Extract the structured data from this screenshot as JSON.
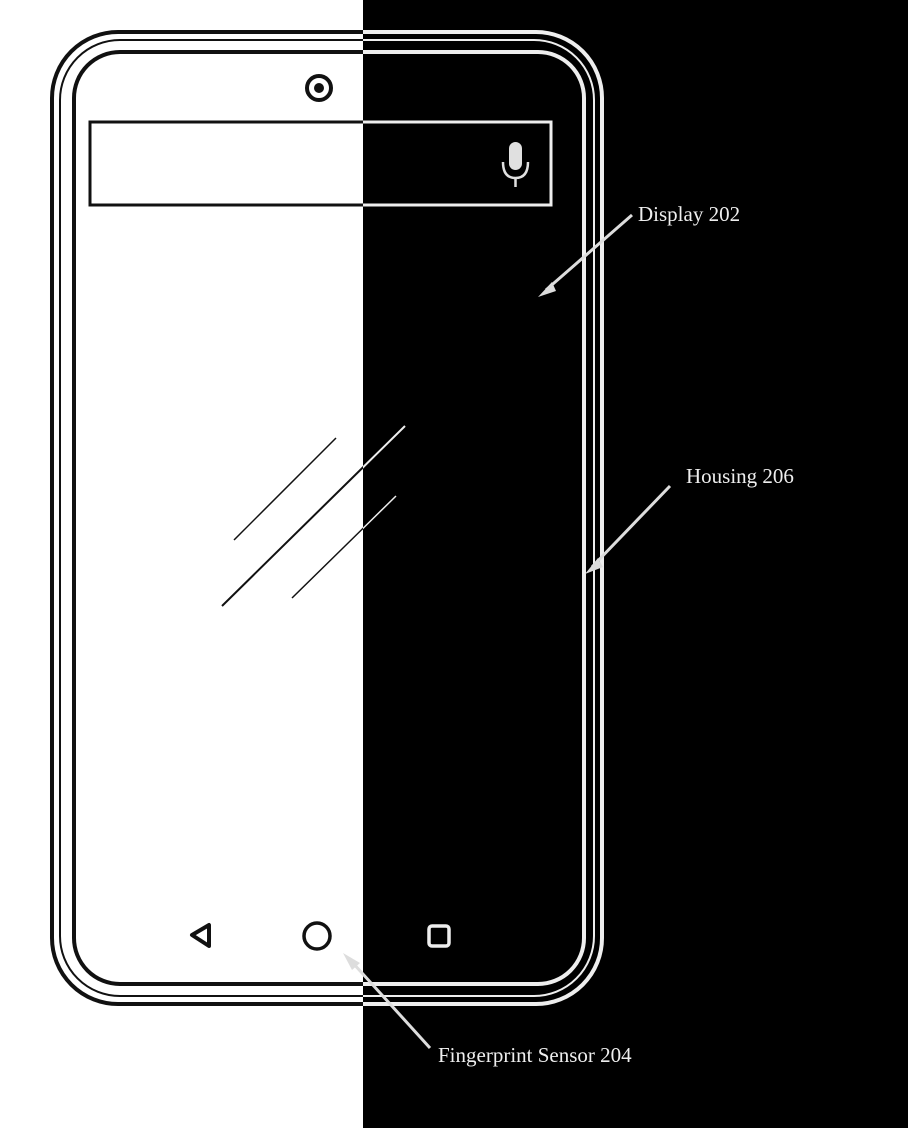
{
  "labels": {
    "display": "Display 202",
    "housing": "Housing 206",
    "fingerprint_sensor": "Fingerprint Sensor 204"
  },
  "colors": {
    "left_background": "#ffffff",
    "right_background": "#000000",
    "line_on_white": "#111111",
    "line_on_black": "#eeeeee"
  }
}
